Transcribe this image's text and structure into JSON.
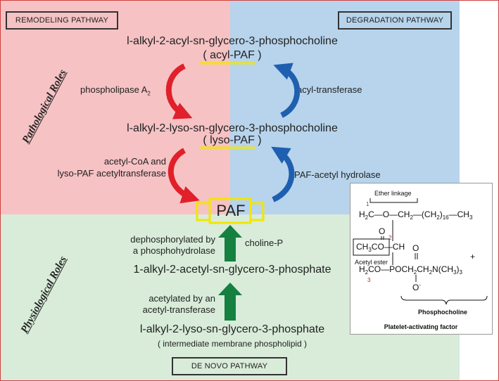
{
  "quadrants": {
    "remodeling_label": "REMODELING PATHWAY",
    "degradation_label": "DEGRADATION PATHWAY",
    "denovo_label": "DE NOVO PATHWAY"
  },
  "roles": {
    "pathological": "Pathological Roles",
    "physiological": "Physiological Roles"
  },
  "compounds": {
    "acyl_paf_name": "l-alkyl-2-acyl-sn-glycero-3-phosphocholine",
    "acyl_paf_short": "( acyl-PAF )",
    "lyso_paf_name": "l-alkyl-2-lyso-sn-glycero-3-phosphocholine",
    "lyso_paf_short": "( lyso-PAF )",
    "paf": "PAF",
    "acetyl_phosphate": "1-alkyl-2-acetyl-sn-glycero-3-phosphate",
    "lyso_phosphate": "l-alkyl-2-lyso-sn-glycero-3-phosphate",
    "lyso_phosphate_note": "( intermediate membrane phospholipid )"
  },
  "enzymes": {
    "phospholipase_main": "phospholipase A",
    "phospholipase_sub": "2",
    "acyl_transferase": "acyl-transferase",
    "acetyl_coa_line1": "acetyl-CoA and",
    "acetyl_coa_line2": "lyso-PAF acetyltransferase",
    "paf_hydrolase": "PAF-acetyl hydrolase",
    "dephos_line1": "dephosphorylated by",
    "dephos_line2": "a phosphohydrolase",
    "choline_p": "choline-P",
    "acetylated_line1": "acetylated by an",
    "acetylated_line2": "acetyl-transferase"
  },
  "structure": {
    "ether_linkage": "Ether linkage",
    "acetyl_ester": "Acetyl ester",
    "phosphocholine": "Phosphocholine",
    "caption": "Platelet-activating factor",
    "c1": "1",
    "c2": "2",
    "c3": "3"
  },
  "colors": {
    "pink": "#f6c2c4",
    "blue": "#b7d4ec",
    "green": "#d8ecd9",
    "red_arrow": "#e0202a",
    "blue_arrow": "#1f5fb0",
    "green_arrow": "#158040",
    "highlight": "#f2e600"
  }
}
